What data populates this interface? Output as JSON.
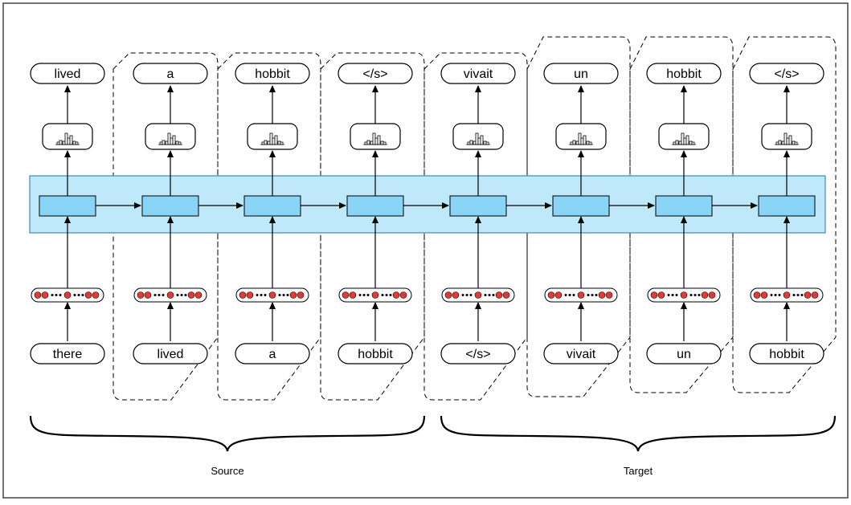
{
  "colors": {
    "band_fill": "#bfe9fb",
    "band_stroke": "#3e8bb5",
    "cell_fill": "#89d4f7",
    "embed_dot": "#e53935",
    "frame_stroke": "#444444"
  },
  "steps": [
    {
      "input": "there",
      "output": "lived"
    },
    {
      "input": "lived",
      "output": "a"
    },
    {
      "input": "a",
      "output": "hobbit"
    },
    {
      "input": "hobbit",
      "output": "</s>"
    },
    {
      "input": "</s>",
      "output": "vivait"
    },
    {
      "input": "vivait",
      "output": "un"
    },
    {
      "input": "un",
      "output": "hobbit"
    },
    {
      "input": "hobbit",
      "output": "</s>"
    }
  ],
  "groups": {
    "source_label": "Source",
    "target_label": "Target"
  },
  "icons": {
    "softmax": "histogram-icon",
    "embedding": "embedding-dots-icon"
  }
}
